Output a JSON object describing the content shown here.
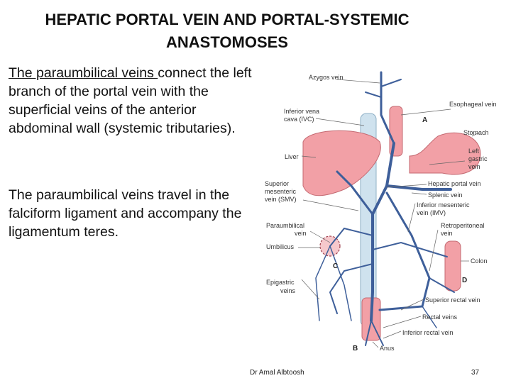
{
  "slide": {
    "title_line1": "HEPATIC PORTAL VEIN AND PORTAL-SYSTEMIC",
    "title_line2": "ANASTOMOSES",
    "p1_underlined": "The paraumbilical veins ",
    "p1_rest": "connect the left branch of the portal vein with the superficial veins of the anterior abdominal wall (systemic tributaries).",
    "p2": "The paraumbilical veins travel in the falciform ligament and accompany the ligamentum teres.",
    "author": "Dr Amal Albtoosh",
    "page_number": "37"
  },
  "figure": {
    "labels": {
      "azygos": "Azygos vein",
      "esophageal": "Esophageal vein",
      "ivc1": "Inferior vena",
      "ivc2": "cava (IVC)",
      "stomach": "Stomach",
      "liver": "Liver",
      "lgastric1": "Left",
      "lgastric2": "gastric",
      "lgastric3": "vein",
      "smv1": "Superior",
      "smv2": "mesenteric",
      "smv3": "vein (SMV)",
      "hpv": "Hepatic portal vein",
      "splenic": "Splenic vein",
      "imv1": "Inferior mesenteric",
      "imv2": "vein (IMV)",
      "paraumb1": "Paraumbilical",
      "paraumb2": "vein",
      "retro1": "Retroperitoneal",
      "retro2": "vein",
      "umbilicus": "Umbilicus",
      "colon": "Colon",
      "epigastric1": "Epigastric",
      "epigastric2": "veins",
      "src": "Superior rectal vein",
      "rectal": "Rectal veins",
      "irv": "Inferior rectal vein",
      "anus": "Anus",
      "A": "A",
      "B": "B",
      "C": "C",
      "D": "D"
    },
    "colors": {
      "organ": "#f2a0a6",
      "vein": "#3e5f9a",
      "ivc": "#cfe2ee",
      "leader": "#666666"
    }
  }
}
